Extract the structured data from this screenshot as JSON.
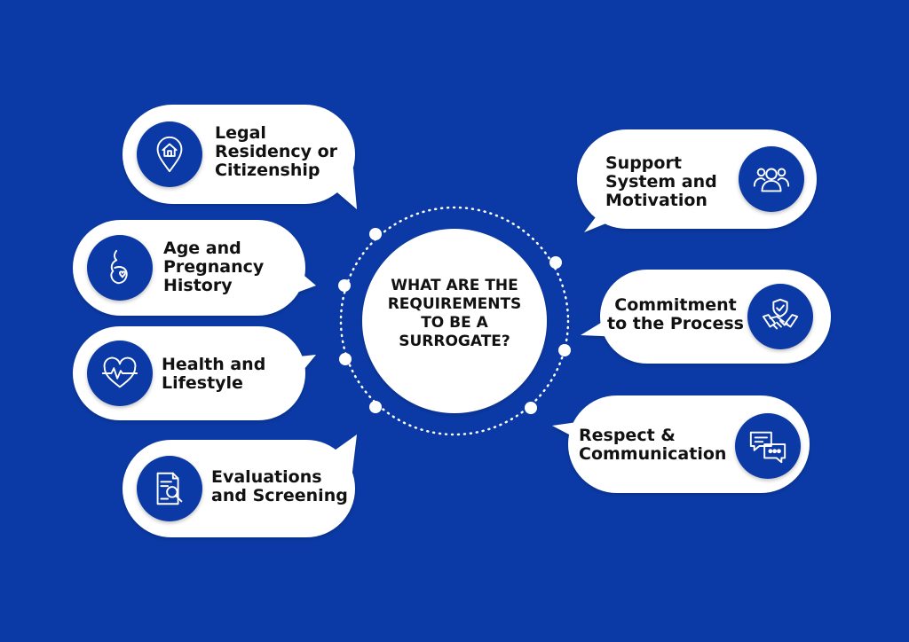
{
  "colors": {
    "background": "#0b3aa6",
    "bubble": "#ffffff",
    "text": "#111111",
    "icon_fill": "#0b3aa6",
    "icon_stroke": "#ffffff"
  },
  "center": {
    "title": "WHAT ARE THE\nREQUIREMENTS\nTO BE A\nSURROGATE?"
  },
  "left_items": [
    {
      "label": "Legal\nResidency or\nCitizenship",
      "icon": "house-location-pin-icon"
    },
    {
      "label": "Age and\nPregnancy\nHistory",
      "icon": "pregnant-woman-icon"
    },
    {
      "label": "Health and\nLifestyle",
      "icon": "heart-heartbeat-icon"
    },
    {
      "label": "Evaluations\nand Screening",
      "icon": "document-magnifier-icon"
    }
  ],
  "right_items": [
    {
      "label": "Support\nSystem and\nMotivation",
      "icon": "people-group-icon"
    },
    {
      "label": "Commitment\nto the Process",
      "icon": "handshake-shield-icon"
    },
    {
      "label": "Respect &\nCommunication",
      "icon": "chat-bubbles-icon"
    }
  ]
}
